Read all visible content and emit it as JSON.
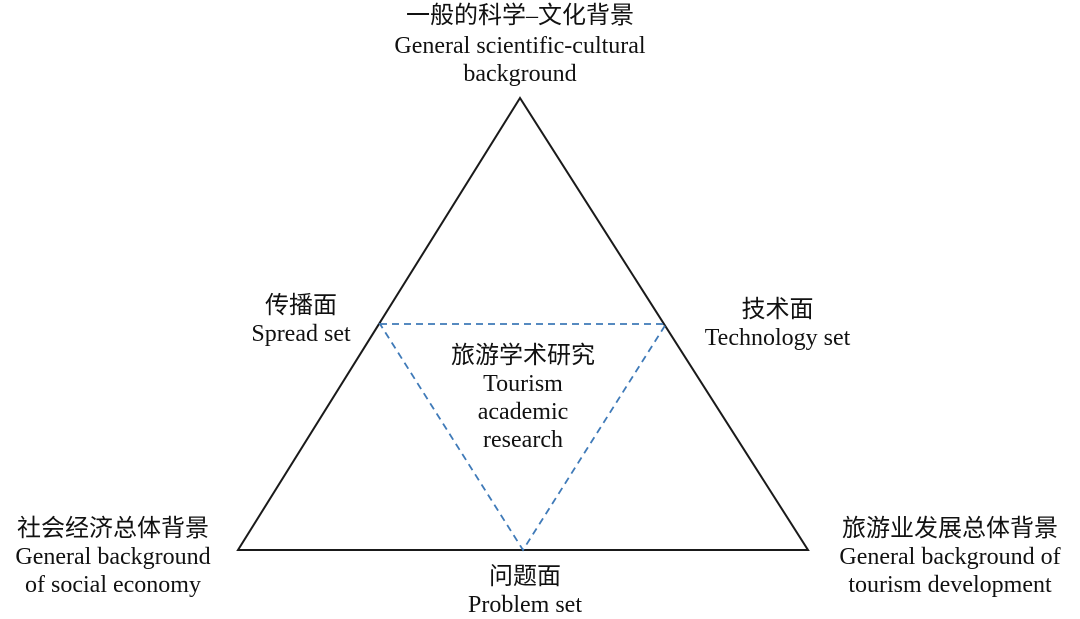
{
  "diagram": {
    "top": {
      "zh": "一般的科学–文化背景",
      "en_line1": "General scientific-cultural",
      "en_line2": "background"
    },
    "bottom_left": {
      "zh": "社会经济总体背景",
      "en_line1": "General background",
      "en_line2": "of social economy"
    },
    "bottom_right": {
      "zh": "旅游业发展总体背景",
      "en_line1": "General background of",
      "en_line2": "tourism development"
    },
    "left_edge": {
      "zh": "传播面",
      "en": "Spread set"
    },
    "right_edge": {
      "zh": "技术面",
      "en": "Technology set"
    },
    "bottom_edge": {
      "zh": "问题面",
      "en": "Problem set"
    },
    "center": {
      "zh": "旅游学术研究",
      "en_line1": "Tourism",
      "en_line2": "academic",
      "en_line3": "research"
    },
    "colors": {
      "outer_triangle": "#1a1a1a",
      "inner_triangle": "#3f7ab8",
      "text": "#111111"
    }
  }
}
